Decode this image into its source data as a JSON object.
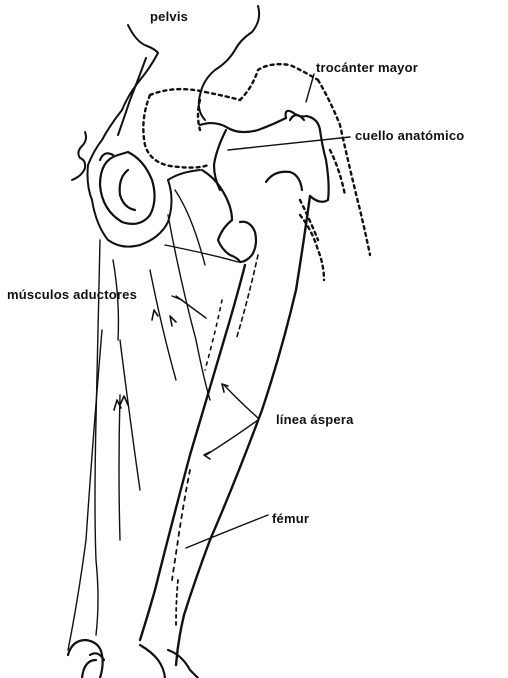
{
  "diagram": {
    "labels": {
      "pelvis": "pelvis",
      "trocanter": "trocánter mayor",
      "cuello": "cuello anatómico",
      "musculos": "músculos aductores",
      "linea": "línea áspera",
      "femur": "fémur"
    }
  },
  "colors": {
    "ink": "#111111",
    "background": "#ffffff"
  }
}
